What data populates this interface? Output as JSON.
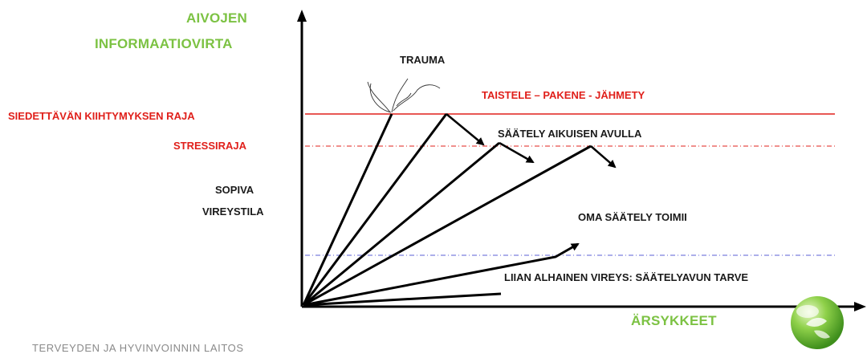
{
  "y_axis": {
    "line1": "AIVOJEN",
    "line2": "INFORMAATIOVIRTA"
  },
  "x_axis": {
    "label": "ÄRSYKKEET"
  },
  "thresholds": {
    "tolerance": "SIEDETTÄVÄN KIIHTYMYKSEN RAJA",
    "stress": "STRESSIRAJA"
  },
  "zones": {
    "optimal_line1": "SOPIVA",
    "optimal_line2": "VIREYSTILA"
  },
  "annotations": {
    "trauma": "TRAUMA",
    "fight_flight": "TAISTELE – PAKENE - JÄHMETY",
    "adult_regulation": "SÄÄTELY AIKUISEN AVULLA",
    "self_regulation": "OMA SÄÄTELY TOIMII",
    "low_arousal": "LIIAN ALHAINEN VIREYS: SÄÄTELYAVUN TARVE"
  },
  "footer": {
    "organization": "TERVEYDEN JA HYVINVOINNIN LAITOS"
  },
  "colors": {
    "green": "#7cc243",
    "red": "#e0201b",
    "blue": "#5b5fd6",
    "black": "#000000"
  }
}
